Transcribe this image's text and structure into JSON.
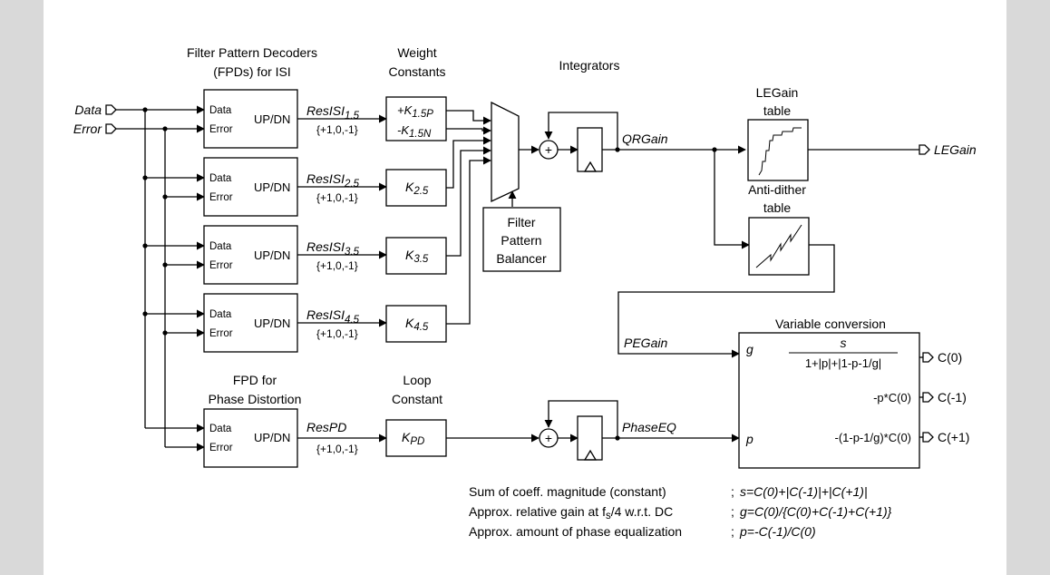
{
  "inputs": {
    "data": "Data",
    "error": "Error"
  },
  "headers": {
    "fpd_line1": "Filter Pattern Decoders",
    "fpd_line2": "(FPDs) for ISI",
    "weight_line1": "Weight",
    "weight_line2": "Constants",
    "integrators": "Integrators",
    "legain_table_line1": "LEGain",
    "legain_table_line2": "table",
    "antidither_line1": "Anti-dither",
    "antidither_line2": "table",
    "variable_conversion": "Variable conversion",
    "fpd_pd_line1": "FPD for",
    "fpd_pd_line2": "Phase Distortion",
    "loop_line1": "Loop",
    "loop_line2": "Constant"
  },
  "fpd_box": {
    "port_data": "Data",
    "port_error": "Error",
    "output": "UP/DN"
  },
  "signals": {
    "res_main": "ResISI",
    "sub_1": "1.5",
    "sub_2": "2.5",
    "sub_3": "3.5",
    "sub_4": "4.5",
    "set": "{+1,0,-1}",
    "respd": "ResPD",
    "qrgain": "QRGain",
    "phaseeq": "PhaseEQ",
    "pegain": "PEGain"
  },
  "weights": {
    "k15p_main": "+K",
    "k15p_sub": "1.5P",
    "k15n_main": "-K",
    "k15n_sub": "1.5N",
    "k_main": "K",
    "k25_sub": "2.5",
    "k35_sub": "3.5",
    "k45_sub": "4.5",
    "kpd_sub": "PD"
  },
  "balancer": {
    "line1": "Filter",
    "line2": "Pattern",
    "line3": "Balancer"
  },
  "adder_symbol": "+",
  "conversion": {
    "port_g": "g",
    "port_p": "p",
    "numerator": "s",
    "denominator": "1+|p|+|1-p-1/g|",
    "c_minus1_expr": "-p*C(0)",
    "c_plus1_expr": "-(1-p-1/g)*C(0)"
  },
  "outputs": {
    "legain": "LEGain",
    "c0": "C(0)",
    "cm1": "C(-1)",
    "cp1": "C(+1)"
  },
  "notes": [
    {
      "desc": "Sum of coeff. magnitude (constant)",
      "sep": ";",
      "formula": "s=C(0)+|C(-1)|+|C(+1)|"
    },
    {
      "desc": "Approx. relative gain at f",
      "desc_sub": "s",
      "desc_tail": "/4 w.r.t. DC",
      "sep": ";",
      "formula": "g=C(0)/{C(0)+C(-1)+C(+1)}"
    },
    {
      "desc": "Approx. amount of phase equalization",
      "sep": ";",
      "formula": "p=-C(-1)/C(0)"
    }
  ]
}
